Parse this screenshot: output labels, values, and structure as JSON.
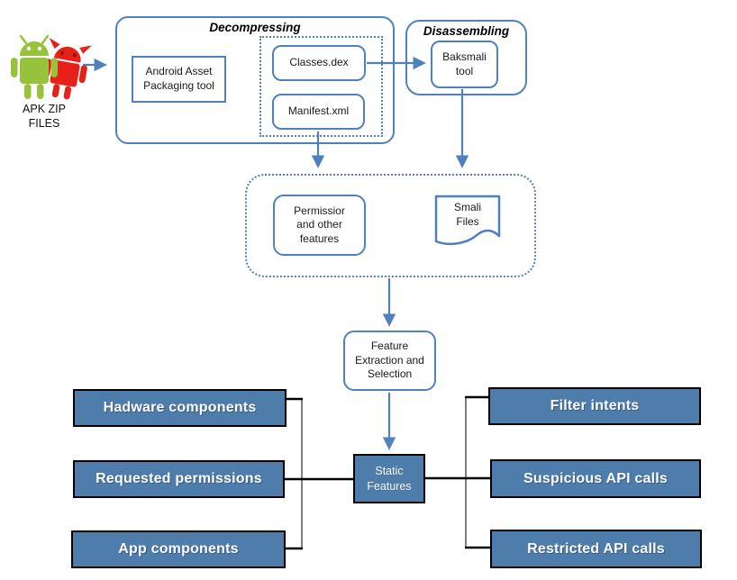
{
  "colors": {
    "accent_blue": "#4f81bd",
    "feature_box_fill": "#4e7dac",
    "bracket_gray": "#7f7f7f",
    "android_green": "#97c23c",
    "android_red": "#e8201a"
  },
  "source": {
    "line1": "APK ZIP",
    "line2": "FILES"
  },
  "decompressing": {
    "title": "Decompressing",
    "aapt_label": "Android Asset Packaging tool",
    "classes_dex_label": "Classes.dex",
    "manifest_label": "Manifest.xml"
  },
  "disassembling": {
    "title": "Disassembling",
    "baksmali_label": "Baksmali tool"
  },
  "extraction_stage": {
    "permissions_label": "Permissior and other features",
    "smali_label": "Smali Files"
  },
  "feature_selection_label": "Feature Extraction and Selection",
  "static_features_label": "Static Features",
  "left_features": [
    "Hadware components",
    "Requested permissions",
    "App components"
  ],
  "right_features": [
    "Filter intents",
    "Suspicious API calls",
    "Restricted API calls"
  ]
}
